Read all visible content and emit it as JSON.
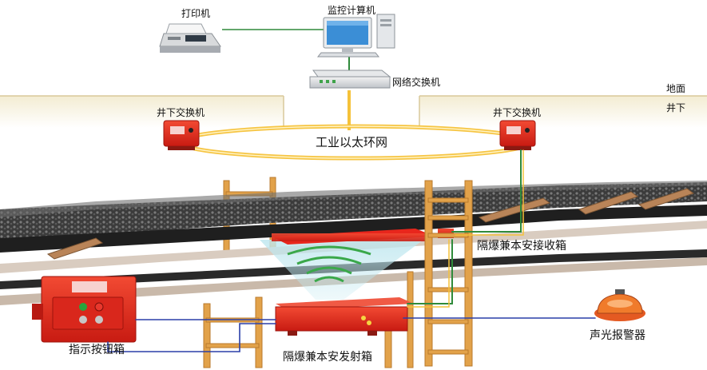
{
  "labels": {
    "printer": "打印机",
    "monitor_computer": "监控计算机",
    "network_switch": "网络交换机",
    "ground": "地面",
    "underground": "井下",
    "underground_switch_left": "井下交换机",
    "underground_switch_right": "井下交换机",
    "ethernet_ring": "工业以太环网",
    "receiver_box": "隔爆兼本安接收箱",
    "indicator_button_box": "指示按钮箱",
    "transmitter_box": "隔爆兼本安发射箱",
    "sound_light_alarm": "声光报警器"
  },
  "colors": {
    "equipment_red": "#e8261c",
    "ring_yellow": "#f5c23a",
    "link_green": "#2f8a3a",
    "link_blue": "#2a3fa8",
    "ladder_wood": "#e2a24a",
    "signal_green": "#3aa84a",
    "ground_band": "#efe6c8"
  },
  "icons": [
    "printer-icon",
    "computer-icon",
    "switch-icon"
  ]
}
